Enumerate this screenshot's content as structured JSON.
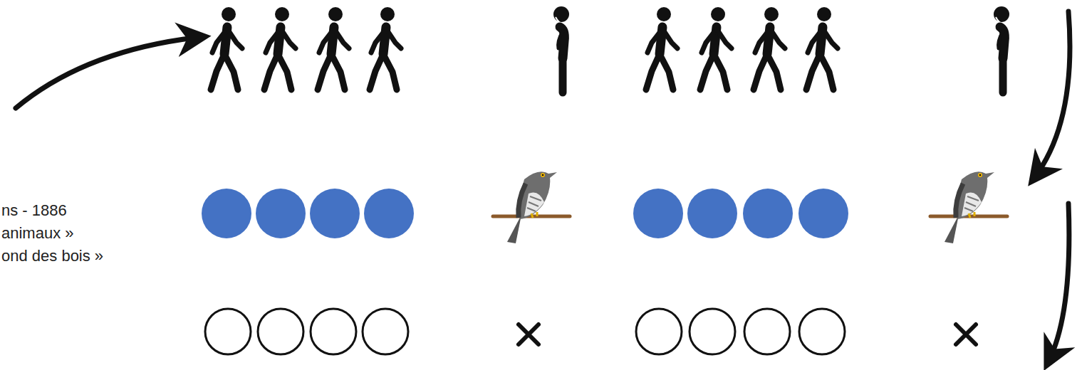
{
  "diagram": {
    "labels": [
      "ns - 1886",
      "animaux »",
      "ond des bois »"
    ]
  }
}
